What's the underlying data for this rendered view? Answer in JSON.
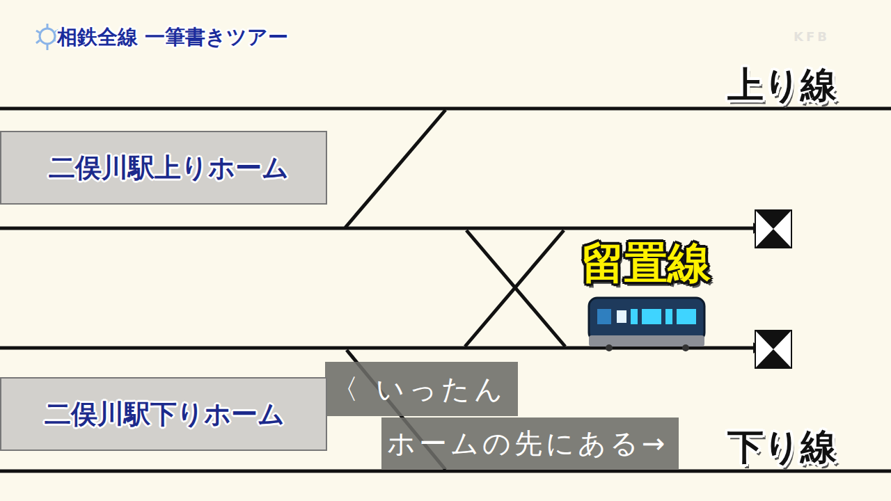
{
  "diagram": {
    "title": "相鉄全線 一筆書きツアー",
    "nodes": [
      {
        "text": [
          "二俣川駅上りホーム"
        ]
      },
      {
        "text": [
          "〈 いったん"
        ]
      },
      {
        "text": [
          "二俣川駅下りホーム"
        ]
      },
      {
        "text": [
          "ホームの先にある→"
        ]
      }
    ],
    "labels": [
      "上り線",
      "留置線",
      "下り線",
      "KFB"
    ]
  }
}
